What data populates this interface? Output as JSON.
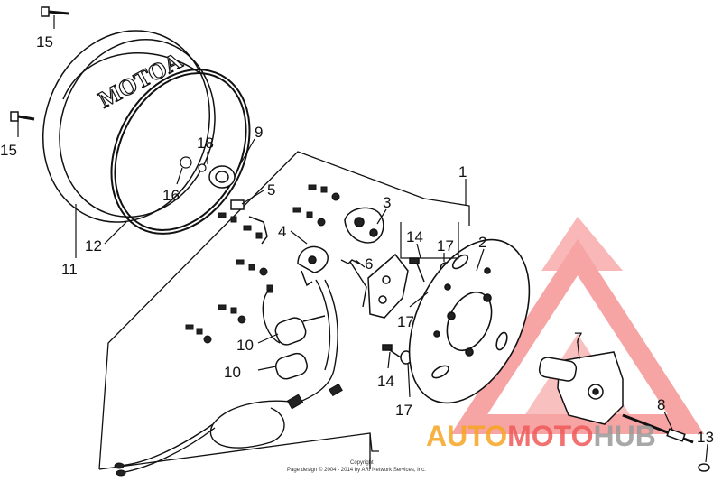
{
  "callouts": {
    "n15a": "15",
    "n15b": "15",
    "n18": "18",
    "n9": "9",
    "n16": "16",
    "n12": "12",
    "n11": "11",
    "n5": "5",
    "n3": "3",
    "n4": "4",
    "n1": "1",
    "n14a": "14",
    "n17a": "17",
    "n2": "2",
    "n6": "6",
    "n17b": "17",
    "n10a": "10",
    "n10b": "10",
    "n14b": "14",
    "n17c": "17",
    "n7": "7",
    "n8": "8",
    "n13": "13"
  },
  "cover_emblem": "MOTOA",
  "watermark": {
    "brand_part1": "AUTO",
    "brand_part2": "MOTO",
    "brand_part3": "HUB",
    "color_orange": "#f5a623",
    "color_red": "#f05a5a",
    "color_grey": "#9a9a9a"
  },
  "copyright": {
    "line1": "Copyright",
    "line2": "Page design © 2004 - 2014 by ARI Network Services, Inc."
  }
}
